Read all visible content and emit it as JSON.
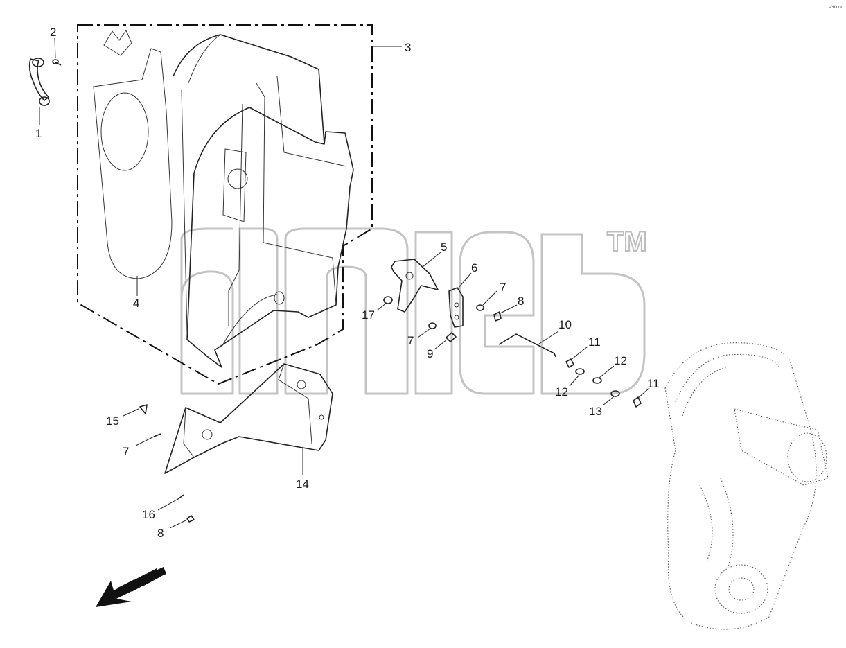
{
  "diagram": {
    "corner_mark": "s^0 ooo",
    "trademark": "TM",
    "callouts": [
      {
        "id": "c1",
        "text": "1"
      },
      {
        "id": "c2",
        "text": "2"
      },
      {
        "id": "c3",
        "text": "3"
      },
      {
        "id": "c4",
        "text": "4"
      },
      {
        "id": "c5",
        "text": "5"
      },
      {
        "id": "c6",
        "text": "6"
      },
      {
        "id": "c7a",
        "text": "7"
      },
      {
        "id": "c8a",
        "text": "8"
      },
      {
        "id": "c7b",
        "text": "7"
      },
      {
        "id": "c9",
        "text": "9"
      },
      {
        "id": "c17",
        "text": "17"
      },
      {
        "id": "c10",
        "text": "10"
      },
      {
        "id": "c11a",
        "text": "11"
      },
      {
        "id": "c12a",
        "text": "12"
      },
      {
        "id": "c12b",
        "text": "12"
      },
      {
        "id": "c11b",
        "text": "11"
      },
      {
        "id": "c13",
        "text": "13"
      },
      {
        "id": "c15",
        "text": "15"
      },
      {
        "id": "c7c",
        "text": "7"
      },
      {
        "id": "c14",
        "text": "14"
      },
      {
        "id": "c16",
        "text": "16"
      },
      {
        "id": "c8b",
        "text": "8"
      }
    ]
  }
}
